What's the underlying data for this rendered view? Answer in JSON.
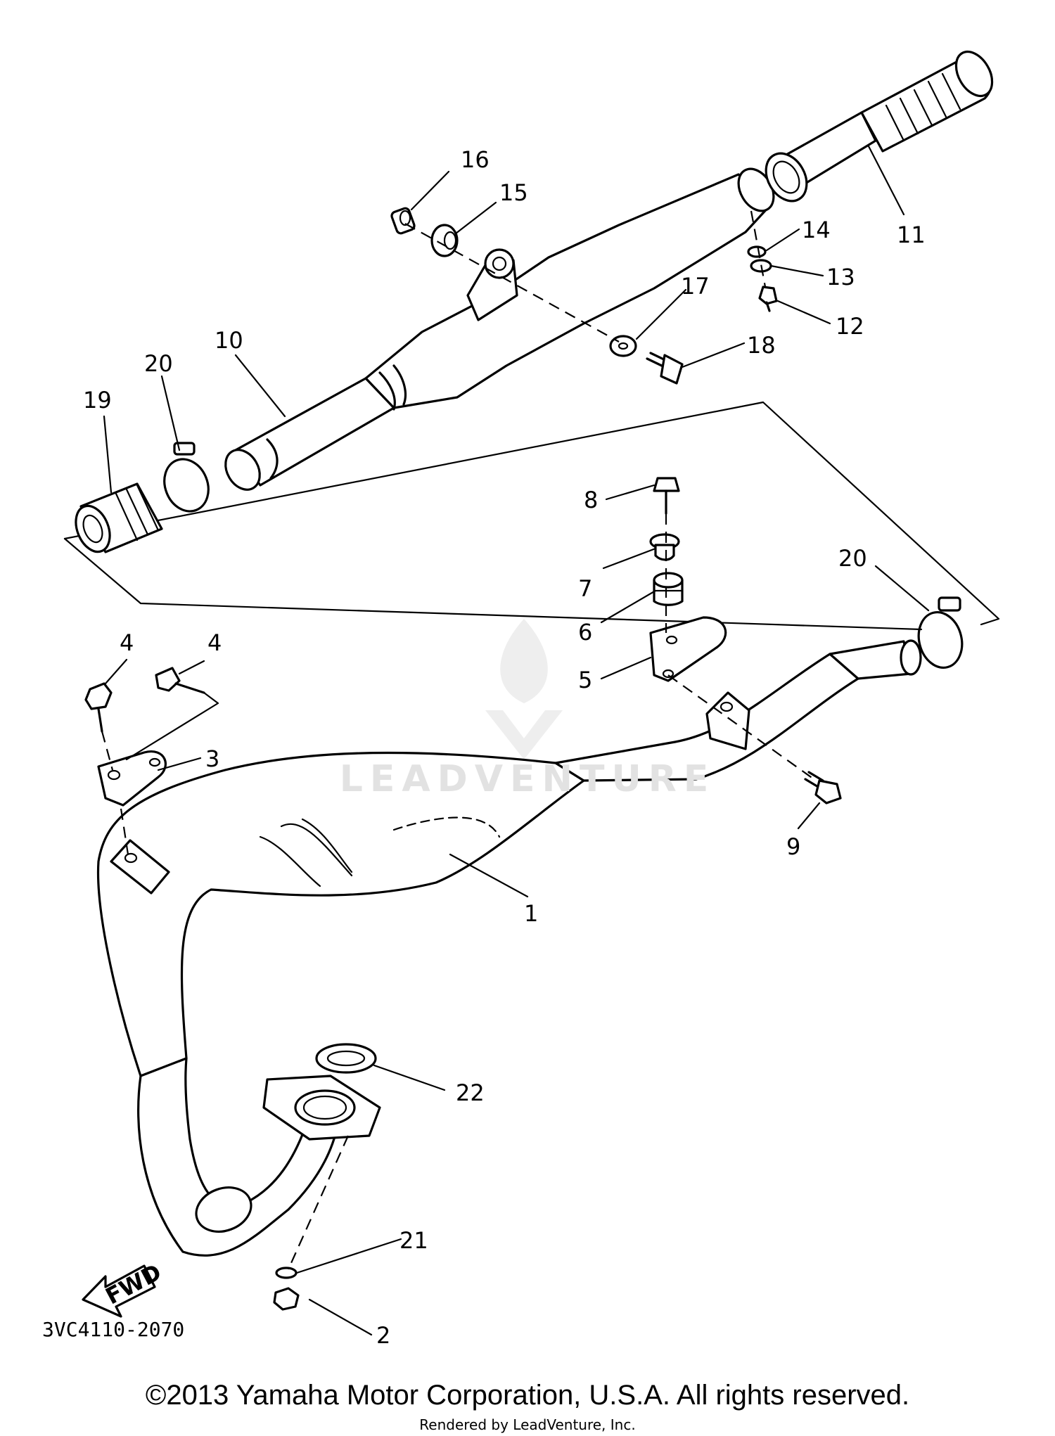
{
  "diagram": {
    "callouts": [
      {
        "id": "c1",
        "label": "1"
      },
      {
        "id": "c2",
        "label": "2"
      },
      {
        "id": "c3",
        "label": "3"
      },
      {
        "id": "c4a",
        "label": "4"
      },
      {
        "id": "c4b",
        "label": "4"
      },
      {
        "id": "c5",
        "label": "5"
      },
      {
        "id": "c6",
        "label": "6"
      },
      {
        "id": "c7",
        "label": "7"
      },
      {
        "id": "c8",
        "label": "8"
      },
      {
        "id": "c9",
        "label": "9"
      },
      {
        "id": "c10",
        "label": "10"
      },
      {
        "id": "c11",
        "label": "11"
      },
      {
        "id": "c12",
        "label": "12"
      },
      {
        "id": "c13",
        "label": "13"
      },
      {
        "id": "c14",
        "label": "14"
      },
      {
        "id": "c15",
        "label": "15"
      },
      {
        "id": "c16",
        "label": "16"
      },
      {
        "id": "c17",
        "label": "17"
      },
      {
        "id": "c18",
        "label": "18"
      },
      {
        "id": "c19",
        "label": "19"
      },
      {
        "id": "c20a",
        "label": "20"
      },
      {
        "id": "c20b",
        "label": "20"
      },
      {
        "id": "c21",
        "label": "21"
      },
      {
        "id": "c22",
        "label": "22"
      }
    ],
    "fwd_label": "FWD",
    "code": "3VC4110-2070",
    "watermark": "LEADVENTURE"
  },
  "footer": {
    "copyright": "©2013 Yamaha Motor Corporation, U.S.A. All rights reserved.",
    "rendered_by": "Rendered by LeadVenture, Inc."
  }
}
